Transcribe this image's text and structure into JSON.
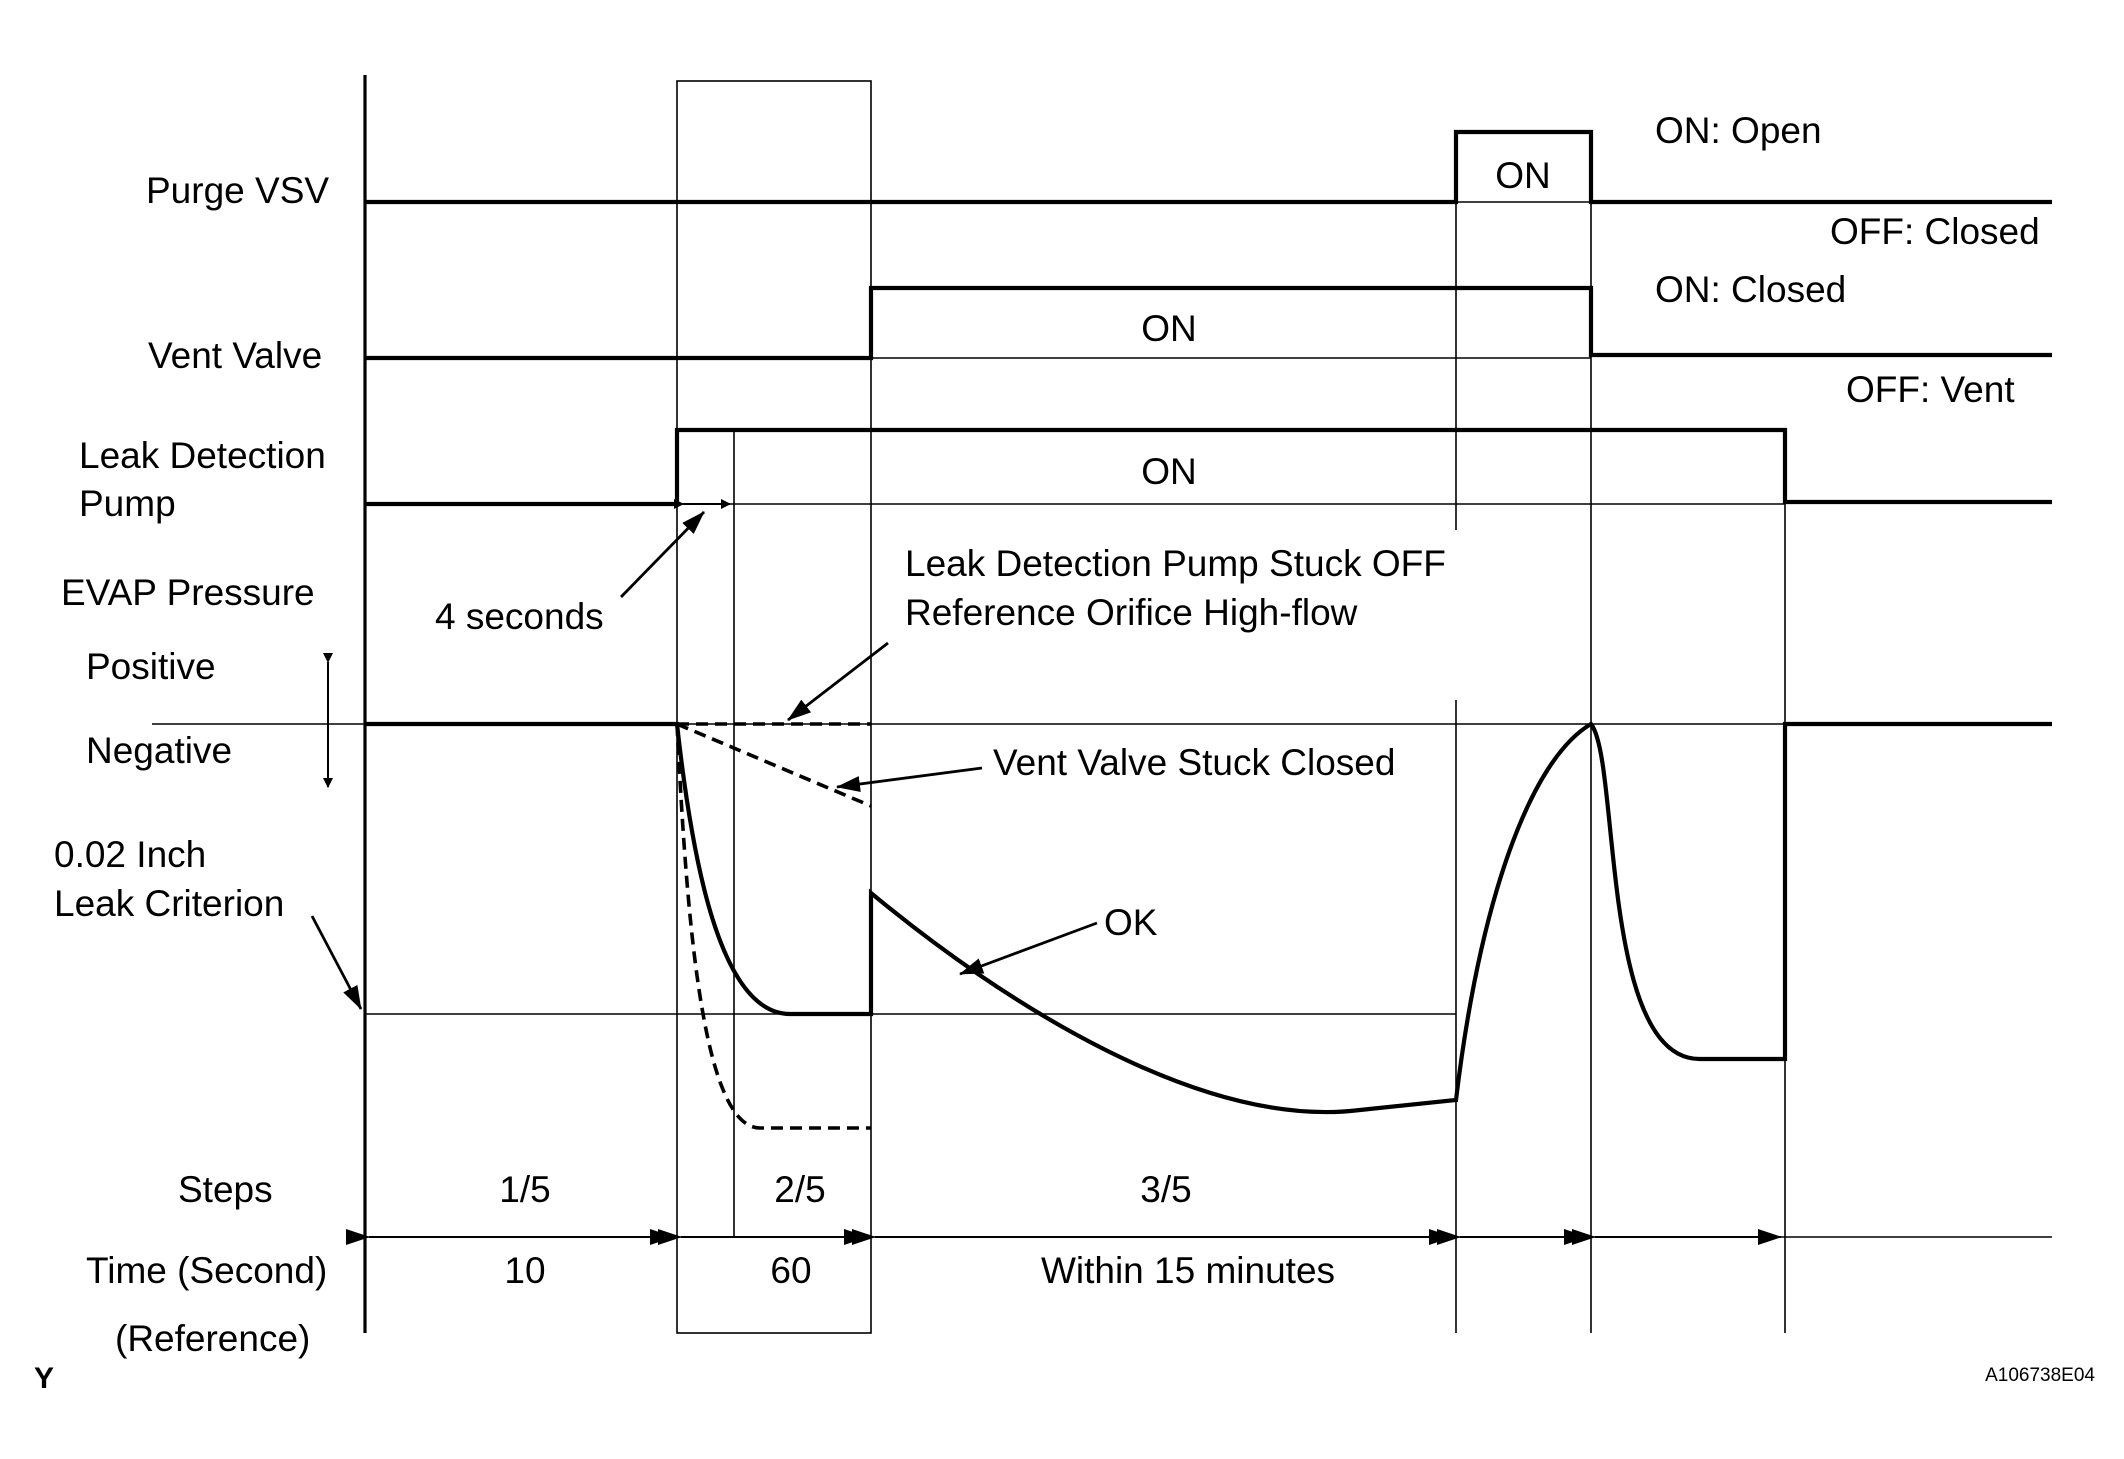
{
  "rows": {
    "purge_vsv": "Purge VSV",
    "vent_valve": "Vent Valve",
    "leak_pump_1": "Leak Detection",
    "leak_pump_2": "Pump",
    "evap_pressure": "EVAP Pressure",
    "positive": "Positive",
    "negative": "Negative",
    "leak_crit_1": "0.02 Inch",
    "leak_crit_2": "Leak Criterion",
    "steps": "Steps",
    "time": "Time (Second)",
    "reference": "(Reference)"
  },
  "states": {
    "on": "ON",
    "on_open": "ON: Open",
    "off_closed": "OFF: Closed",
    "on_closed": "ON: Closed",
    "off_vent": "OFF: Vent"
  },
  "annotations": {
    "four_seconds": "4 seconds",
    "pump_stuck_1": "Leak Detection Pump Stuck OFF",
    "pump_stuck_2": "Reference Orifice High-flow",
    "vent_stuck": "Vent Valve Stuck Closed",
    "ok": "OK"
  },
  "steps": [
    "1/5",
    "2/5",
    "3/5"
  ],
  "times": [
    "10",
    "60",
    "Within 15 minutes"
  ],
  "corner_mark": "Y",
  "figure_id": "A106738E04"
}
